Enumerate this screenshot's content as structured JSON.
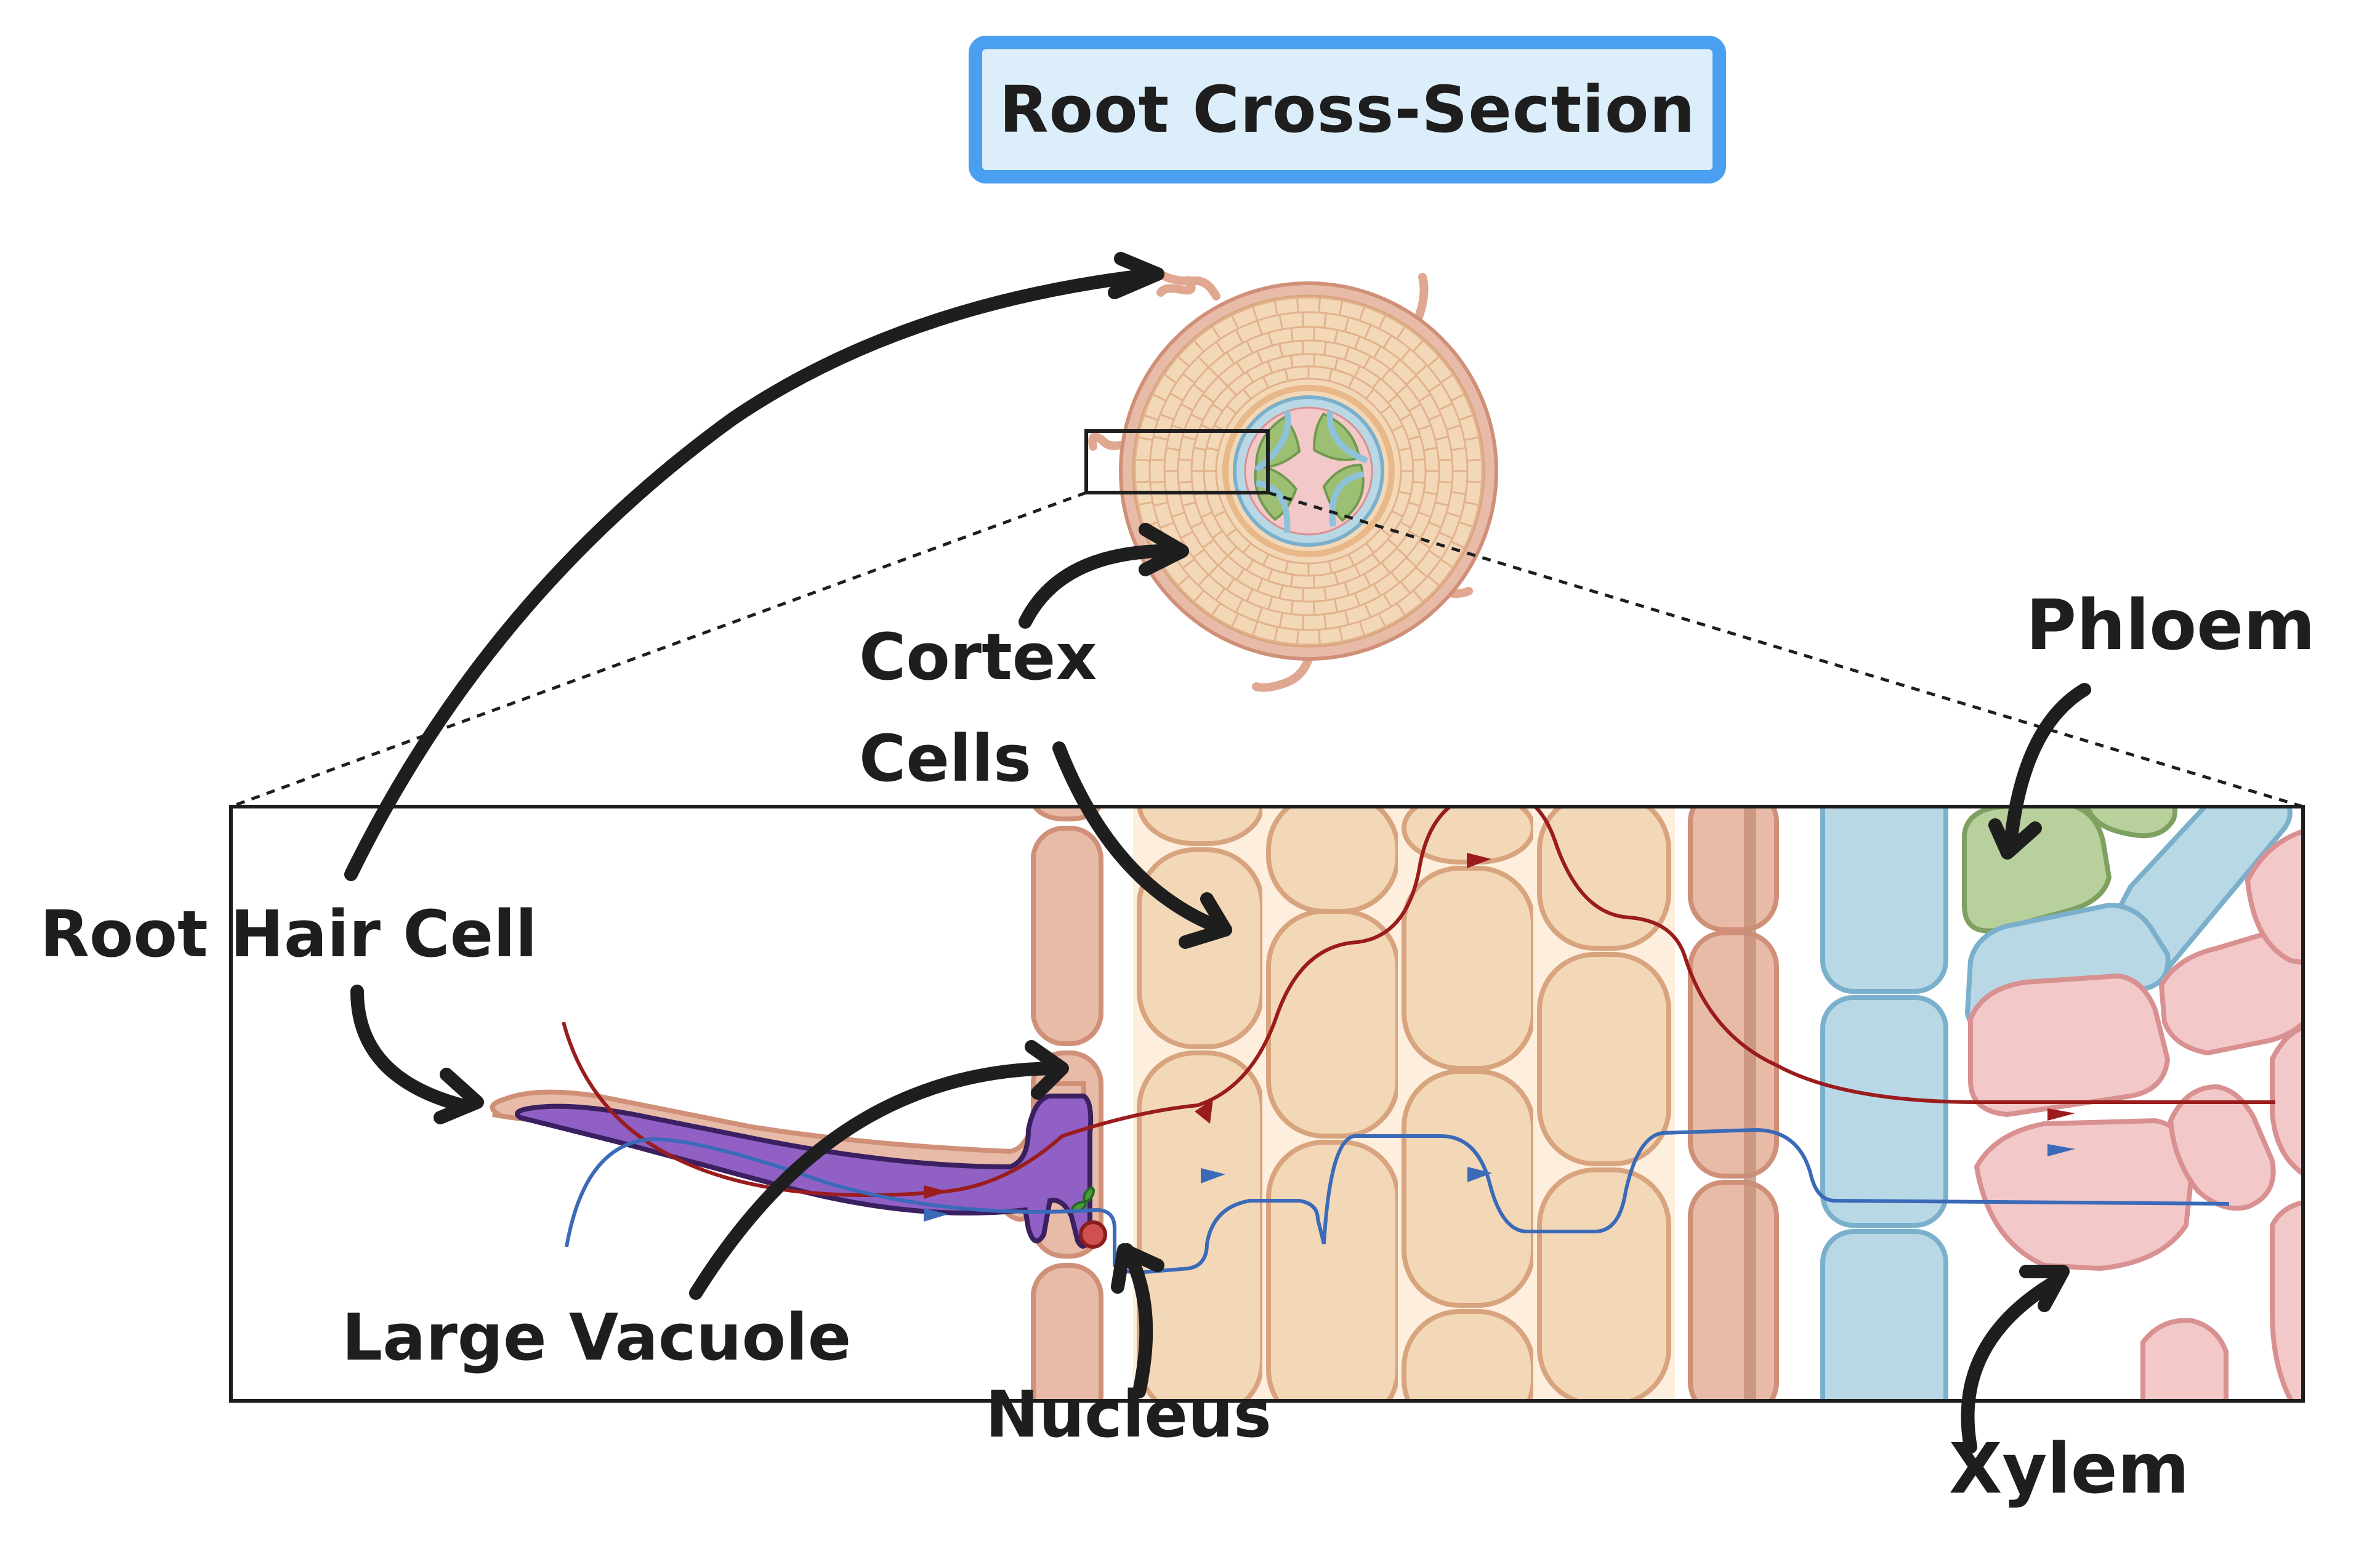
{
  "title": "Root Cross-Section",
  "labels": {
    "root_hair_cell": "Root Hair Cell",
    "cortex_cells_line1": "Cortex",
    "cortex_cells_line2": "Cells",
    "phloem": "Phloem",
    "xylem": "Xylem",
    "large_vacuole": "Large Vacuole",
    "nucleus": "Nucleus"
  },
  "colors": {
    "title_border": "#4a9ff0",
    "title_fill": "#ddeefb",
    "epidermis": "#e8bba8",
    "epidermis_stroke": "#d09078",
    "cortex": "#f3d8b8",
    "cortex_stroke": "#d8a47e",
    "endodermis": "#e8bba8",
    "pericycle": "#b8d8e6",
    "pericycle_stroke": "#7ab0cc",
    "phloem": "#b8d09c",
    "phloem_stroke": "#7ea060",
    "xylem": "#f2c8c8",
    "xylem_stroke": "#d89090",
    "vacuole": "#9060c4",
    "vacuole_stroke": "#3a2060",
    "symplast_path": "#9a1c1c",
    "apoplast_path": "#3a6ab8",
    "arrow": "#1e1e1e"
  }
}
